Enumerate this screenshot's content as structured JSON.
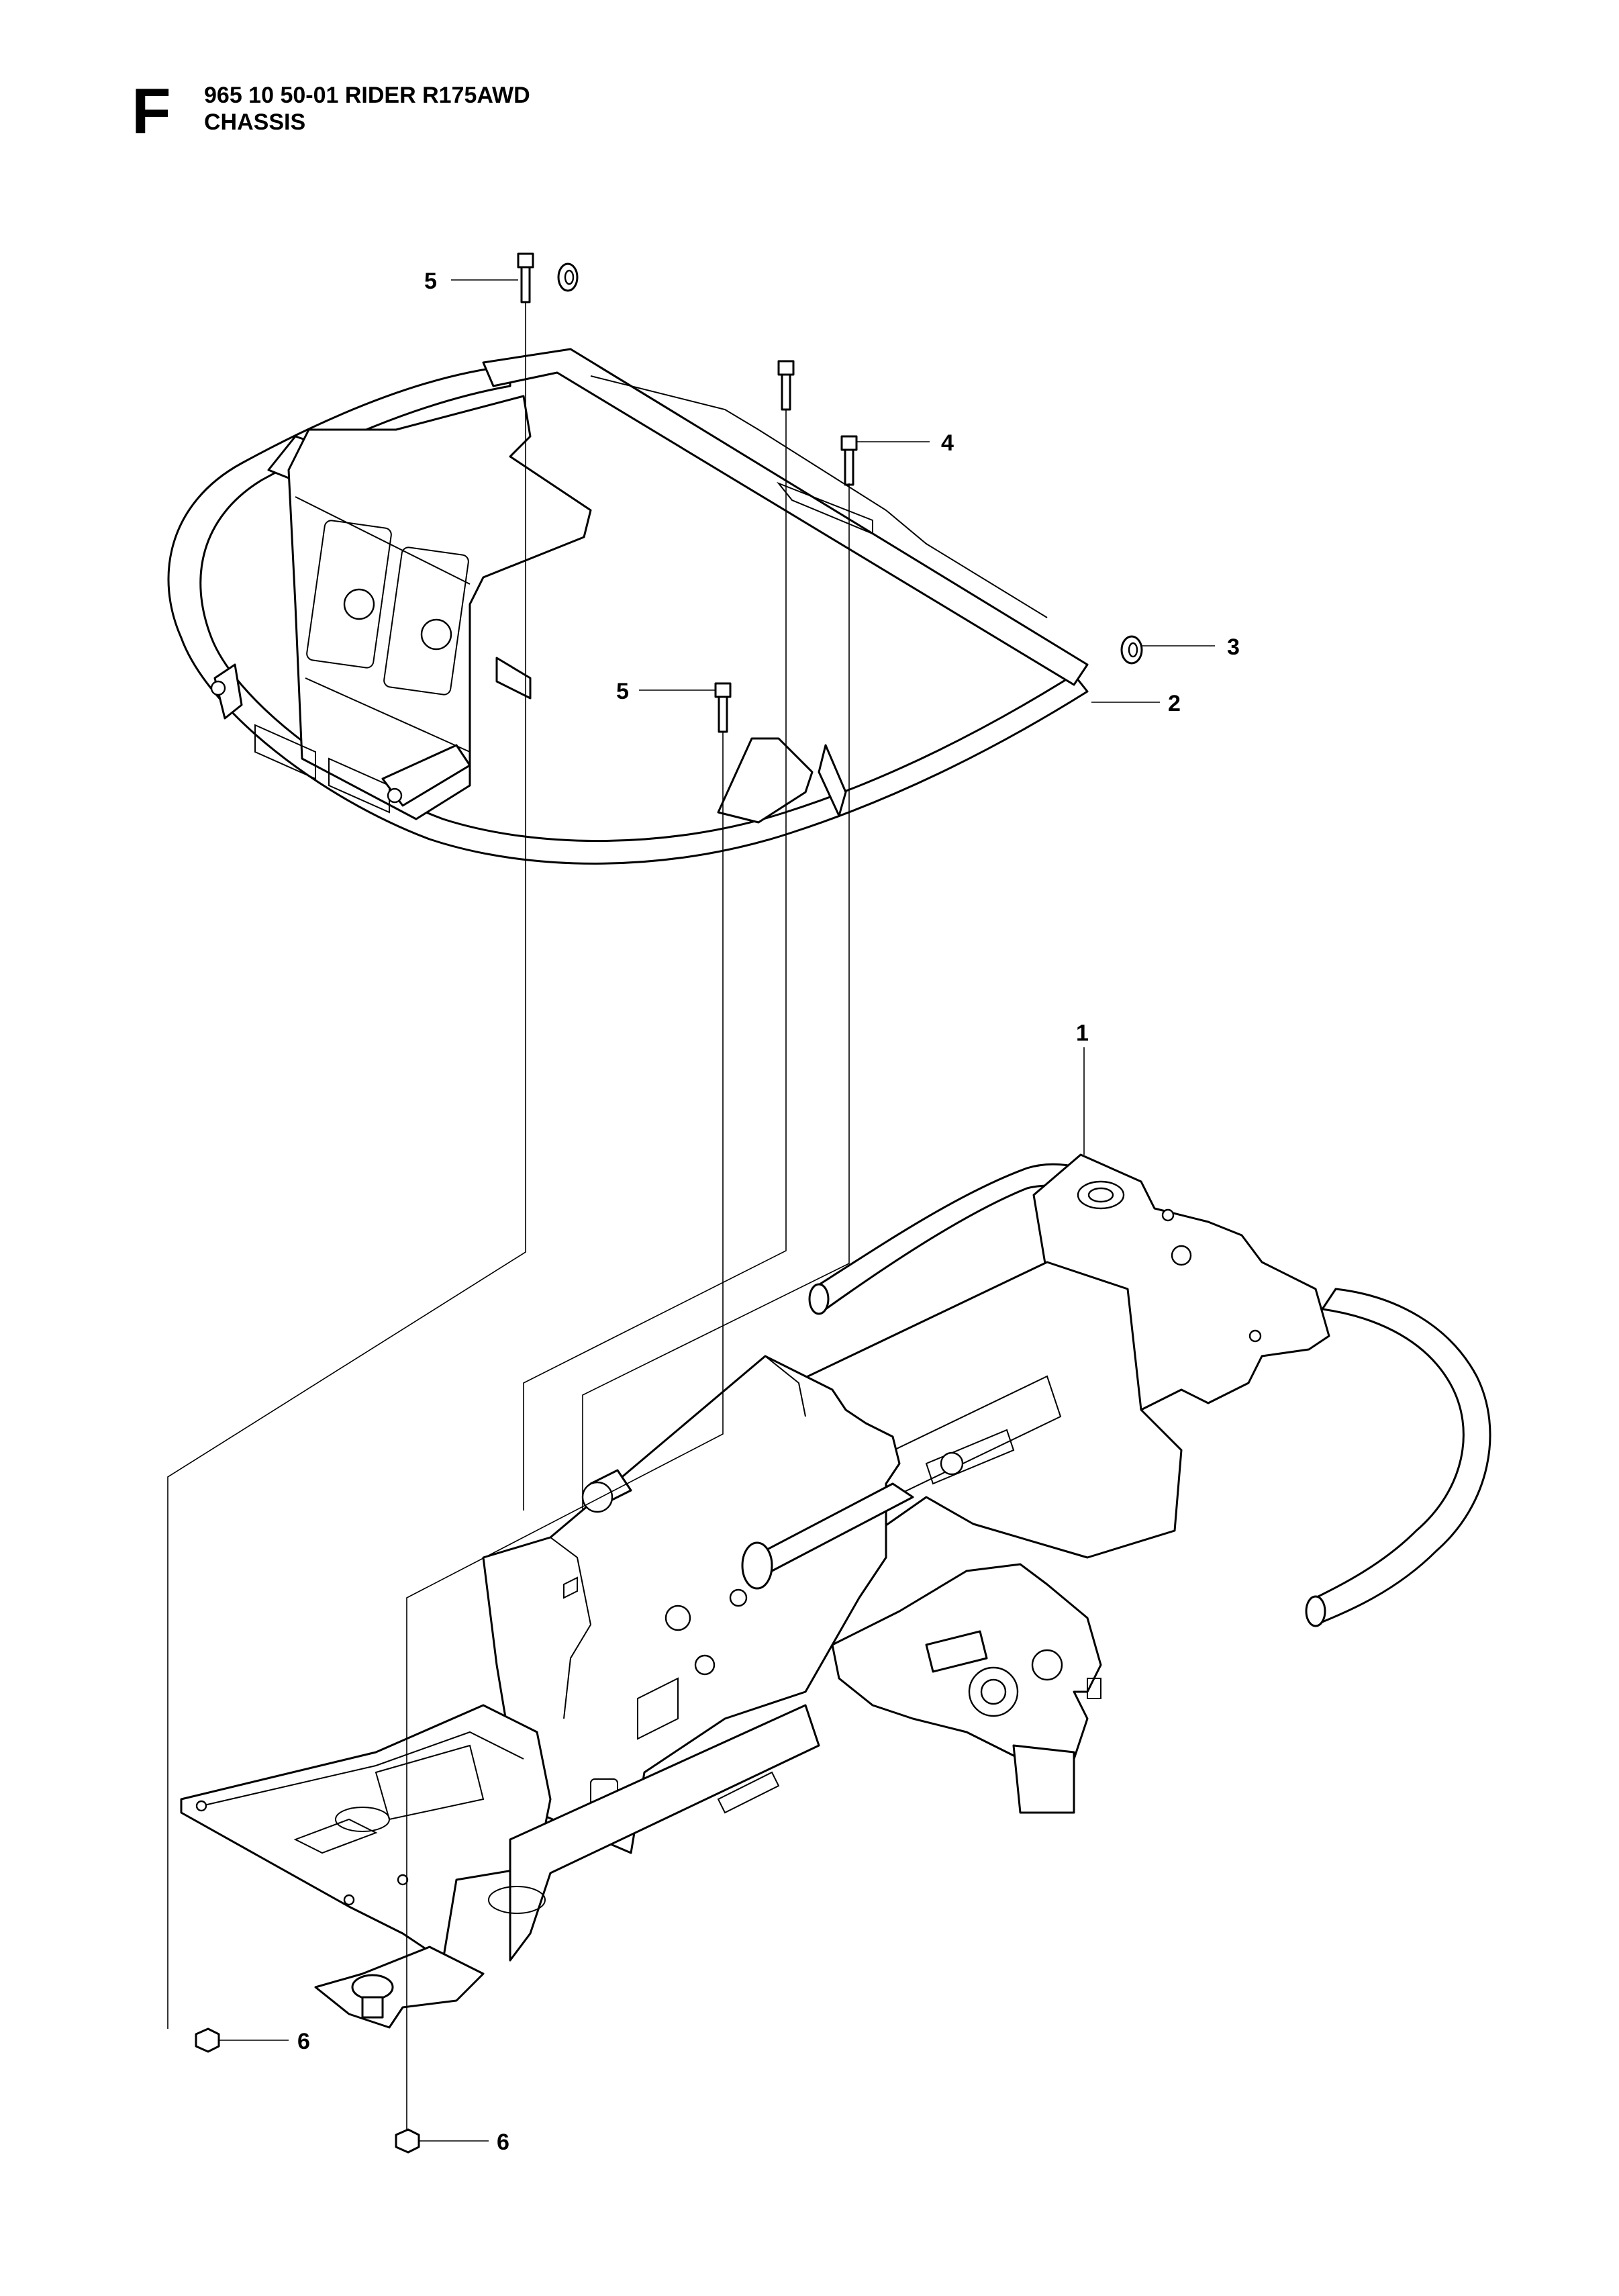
{
  "header": {
    "section": "F",
    "model_line": "965 10 50-01 RIDER R175AWD",
    "group_name": "CHASSIS"
  },
  "callouts": {
    "c1": "1",
    "c2": "2",
    "c3": "3",
    "c4": "4",
    "c5_top": "5",
    "c5_mid": "5",
    "c6_upper": "6",
    "c6_lower": "6"
  }
}
